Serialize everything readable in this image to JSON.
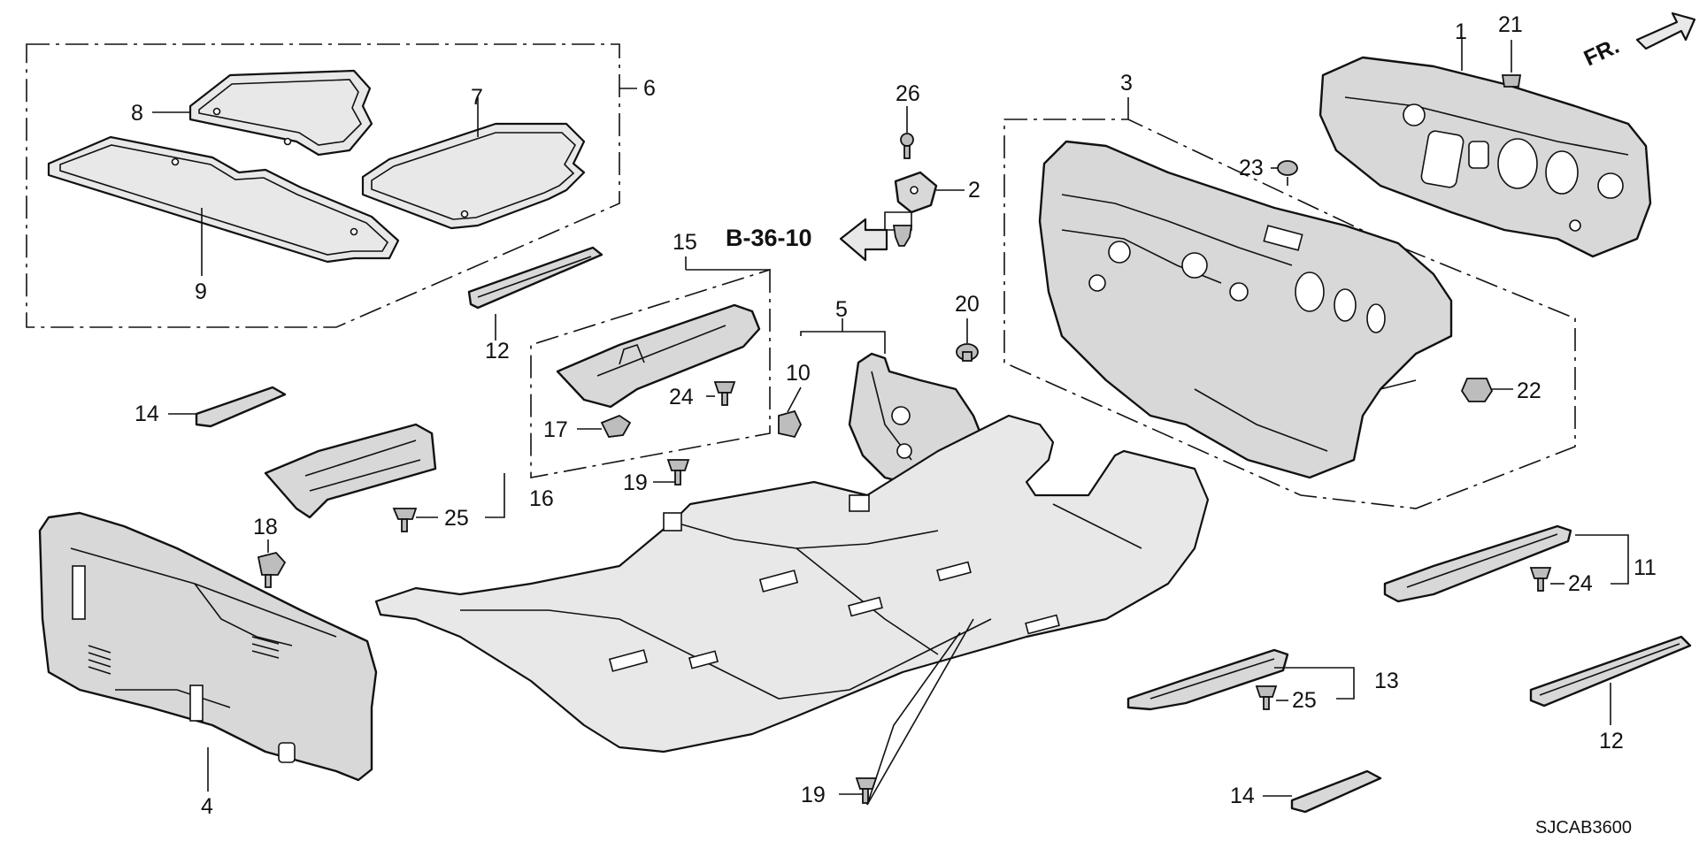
{
  "diagram": {
    "reference": "B-36-10",
    "part_code": "SJCAB3600",
    "front_indicator": "FR.",
    "callouts": [
      "1",
      "2",
      "3",
      "4",
      "5",
      "6",
      "7",
      "8",
      "9",
      "10",
      "11",
      "12",
      "12",
      "13",
      "14",
      "14",
      "15",
      "16",
      "17",
      "18",
      "19",
      "19",
      "20",
      "21",
      "22",
      "23",
      "24",
      "24",
      "25",
      "25",
      "26"
    ]
  }
}
